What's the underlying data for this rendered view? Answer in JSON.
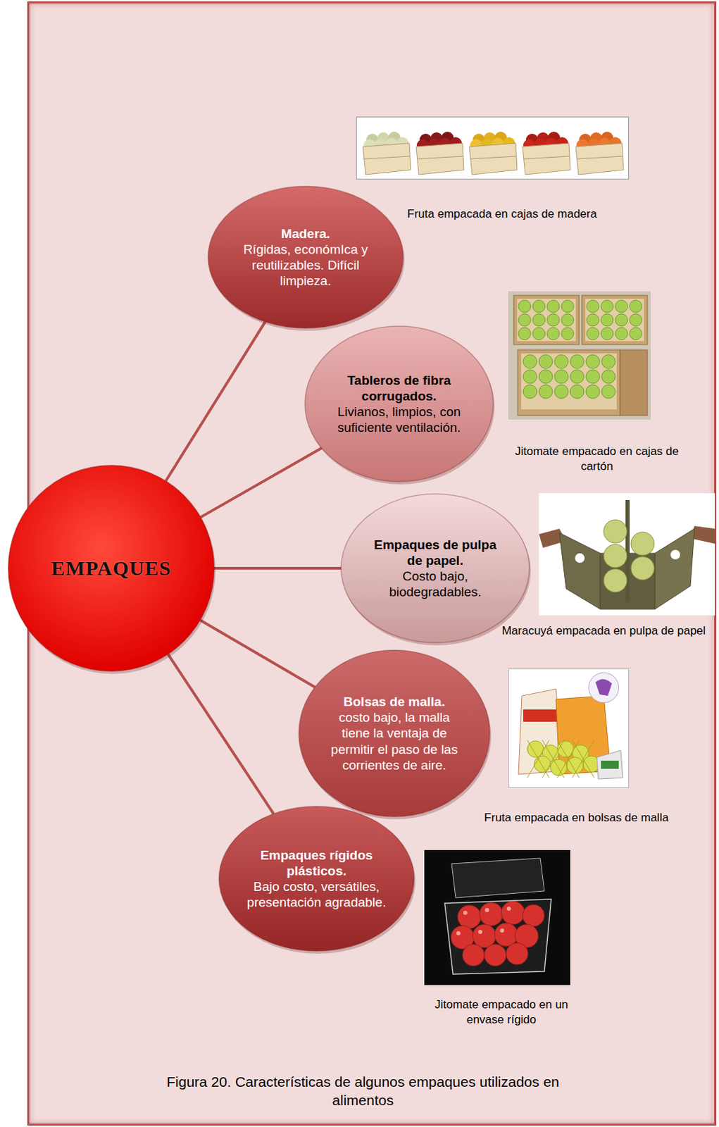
{
  "diagram": {
    "caption": "Figura 20. Características de algunos empaques utilizados en alimentos",
    "nodes": [
      {
        "text": [
          "EMPAQUES"
        ]
      },
      {
        "text": [
          "Madera.",
          "Rígidas, económIca y reutilizables. Difícil limpieza."
        ]
      },
      {
        "text": [
          "Tableros de fibra corrugados.",
          "Livianos, limpios, con suficiente ventilación."
        ]
      },
      {
        "text": [
          "Empaques de pulpa de papel.",
          "Costo bajo, biodegradables."
        ]
      },
      {
        "text": [
          "Bolsas de malla.",
          "costo bajo, la malla tiene la ventaja de permitir el paso de las corrientes de aire."
        ]
      },
      {
        "text": [
          "Empaques rígidos plásticos.",
          "Bajo costo, versátiles, presentación agradable."
        ]
      }
    ],
    "edges": [
      {
        "from": 0,
        "to": 1,
        "arrow": "none"
      },
      {
        "from": 0,
        "to": 2,
        "arrow": "none"
      },
      {
        "from": 0,
        "to": 3,
        "arrow": "none"
      },
      {
        "from": 0,
        "to": 4,
        "arrow": "none"
      },
      {
        "from": 0,
        "to": 5,
        "arrow": "none"
      }
    ],
    "labels": [
      "Fruta empacada en cajas de madera",
      "Jitomate empacado en cajas de cartón",
      "Maracuyá empacada en pulpa de papel",
      "Fruta empacada en bolsas de malla",
      "Jitomate empacado en un envase rígido"
    ]
  }
}
